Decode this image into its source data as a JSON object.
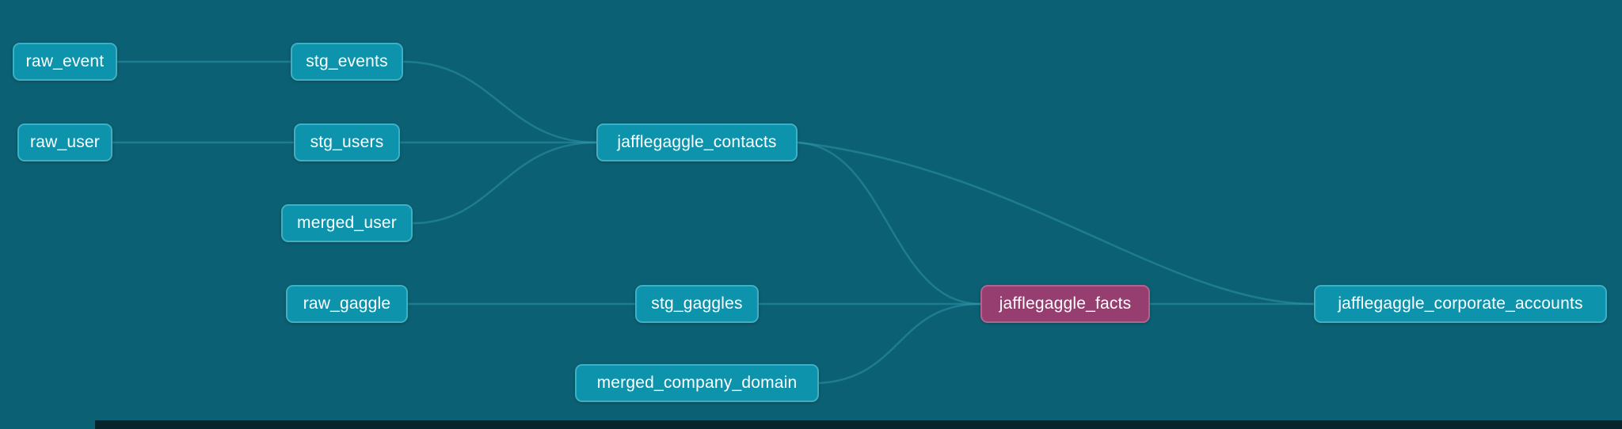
{
  "app": {
    "view": "lineage-graph"
  },
  "colors": {
    "canvas_bg": "#0b6073",
    "node_fill": "#0e93ad",
    "node_border": "#3fafc2",
    "node_text": "#ffffff",
    "selected_fill": "#963e70",
    "selected_border": "#b2628f",
    "edge": "#2f93a8",
    "bottom_bar": "#05242c"
  },
  "graph": {
    "nodes": [
      {
        "id": "raw_event",
        "label": "raw_event",
        "selected": false
      },
      {
        "id": "raw_user",
        "label": "raw_user",
        "selected": false
      },
      {
        "id": "stg_events",
        "label": "stg_events",
        "selected": false
      },
      {
        "id": "stg_users",
        "label": "stg_users",
        "selected": false
      },
      {
        "id": "merged_user",
        "label": "merged_user",
        "selected": false
      },
      {
        "id": "raw_gaggle",
        "label": "raw_gaggle",
        "selected": false
      },
      {
        "id": "jafflegaggle_contacts",
        "label": "jafflegaggle_contacts",
        "selected": false
      },
      {
        "id": "stg_gaggles",
        "label": "stg_gaggles",
        "selected": false
      },
      {
        "id": "merged_company_domain",
        "label": "merged_company_domain",
        "selected": false
      },
      {
        "id": "jafflegaggle_facts",
        "label": "jafflegaggle_facts",
        "selected": true
      },
      {
        "id": "jafflegaggle_corporate_accounts",
        "label": "jafflegaggle_corporate_accounts",
        "selected": false
      }
    ],
    "edges": [
      {
        "from": "raw_event",
        "to": "stg_events"
      },
      {
        "from": "raw_user",
        "to": "stg_users"
      },
      {
        "from": "stg_events",
        "to": "jafflegaggle_contacts"
      },
      {
        "from": "stg_users",
        "to": "jafflegaggle_contacts"
      },
      {
        "from": "merged_user",
        "to": "jafflegaggle_contacts"
      },
      {
        "from": "raw_gaggle",
        "to": "stg_gaggles"
      },
      {
        "from": "stg_gaggles",
        "to": "jafflegaggle_facts"
      },
      {
        "from": "jafflegaggle_contacts",
        "to": "jafflegaggle_facts"
      },
      {
        "from": "merged_company_domain",
        "to": "jafflegaggle_facts"
      },
      {
        "from": "jafflegaggle_facts",
        "to": "jafflegaggle_corporate_accounts"
      },
      {
        "from": "jafflegaggle_contacts",
        "to": "jafflegaggle_corporate_accounts"
      }
    ]
  }
}
